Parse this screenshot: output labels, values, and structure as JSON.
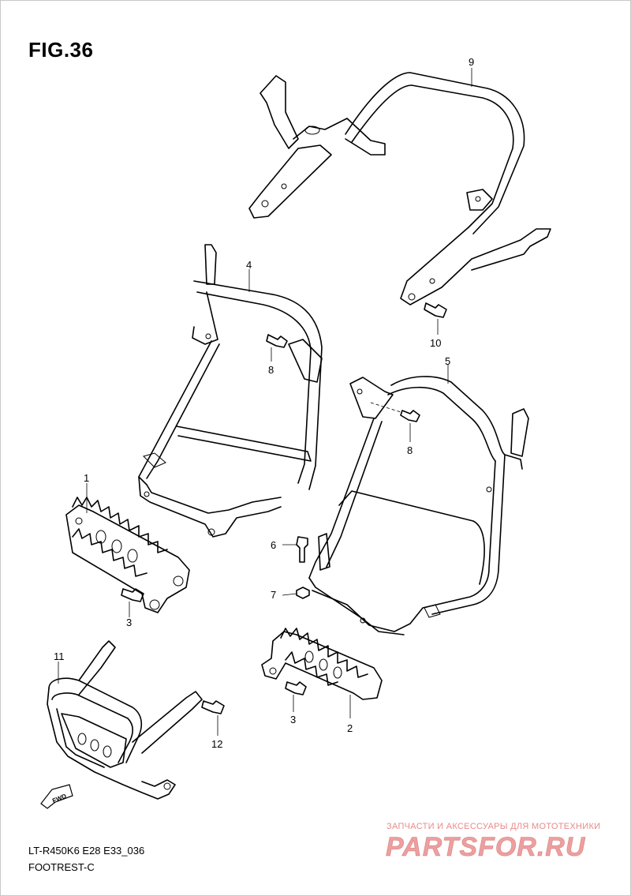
{
  "figure": {
    "title": "FIG.36",
    "model_code": "LT-R450K6 E28 E33_036",
    "caption": "FOOTREST-C"
  },
  "callouts": {
    "c1": "1",
    "c2": "2",
    "c3a": "3",
    "c3b": "3",
    "c4": "4",
    "c5": "5",
    "c6": "6",
    "c7": "7",
    "c8a": "8",
    "c8b": "8",
    "c9": "9",
    "c10": "10",
    "c11": "11",
    "c12": "12"
  },
  "direction_marker": "FWD",
  "watermark": {
    "tagline": "ЗАПЧАСТИ И АКСЕССУАРЫ ДЛЯ МОТОТЕХНИКИ",
    "logo_text": "PARTSFOR.RU",
    "color": "#e05050"
  }
}
